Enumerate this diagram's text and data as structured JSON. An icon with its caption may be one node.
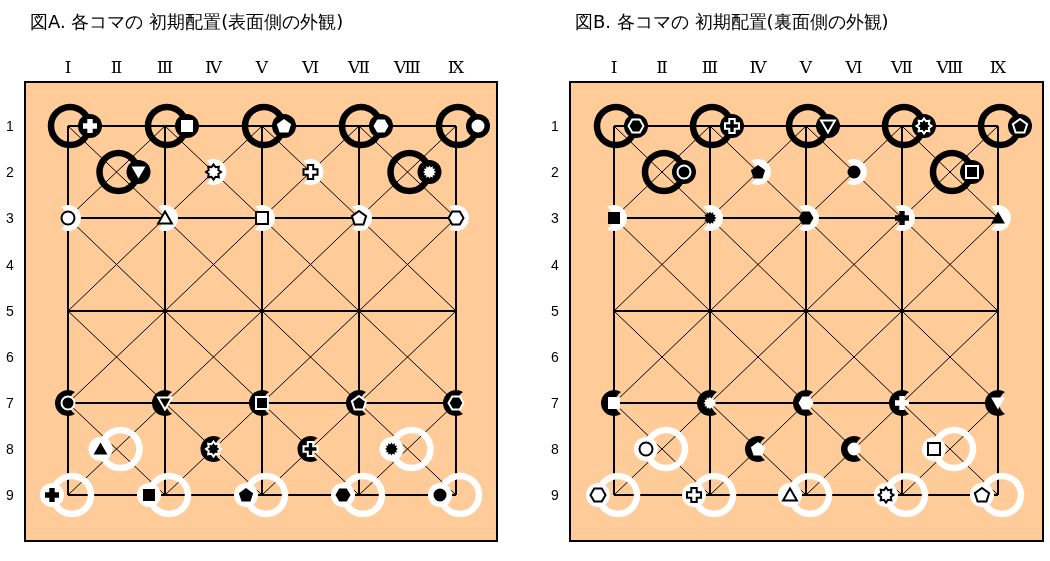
{
  "diagram": {
    "labels": [
      "図A. 各コマの 初期配置(表面側の外観)",
      "図B. 各コマの 初期配置(裏面側の外観)",
      "Ⅰ",
      "Ⅱ",
      "Ⅲ",
      "Ⅳ",
      "Ⅴ",
      "Ⅵ",
      "Ⅶ",
      "Ⅷ",
      "Ⅸ",
      "Ⅰ",
      "Ⅱ",
      "Ⅲ",
      "Ⅳ",
      "Ⅴ",
      "Ⅵ",
      "Ⅶ",
      "Ⅷ",
      "Ⅸ",
      "1",
      "1",
      "2",
      "2",
      "3",
      "3",
      "4",
      "4",
      "5",
      "5",
      "6",
      "6",
      "7",
      "7",
      "8",
      "8",
      "9",
      "9"
    ]
  }
}
